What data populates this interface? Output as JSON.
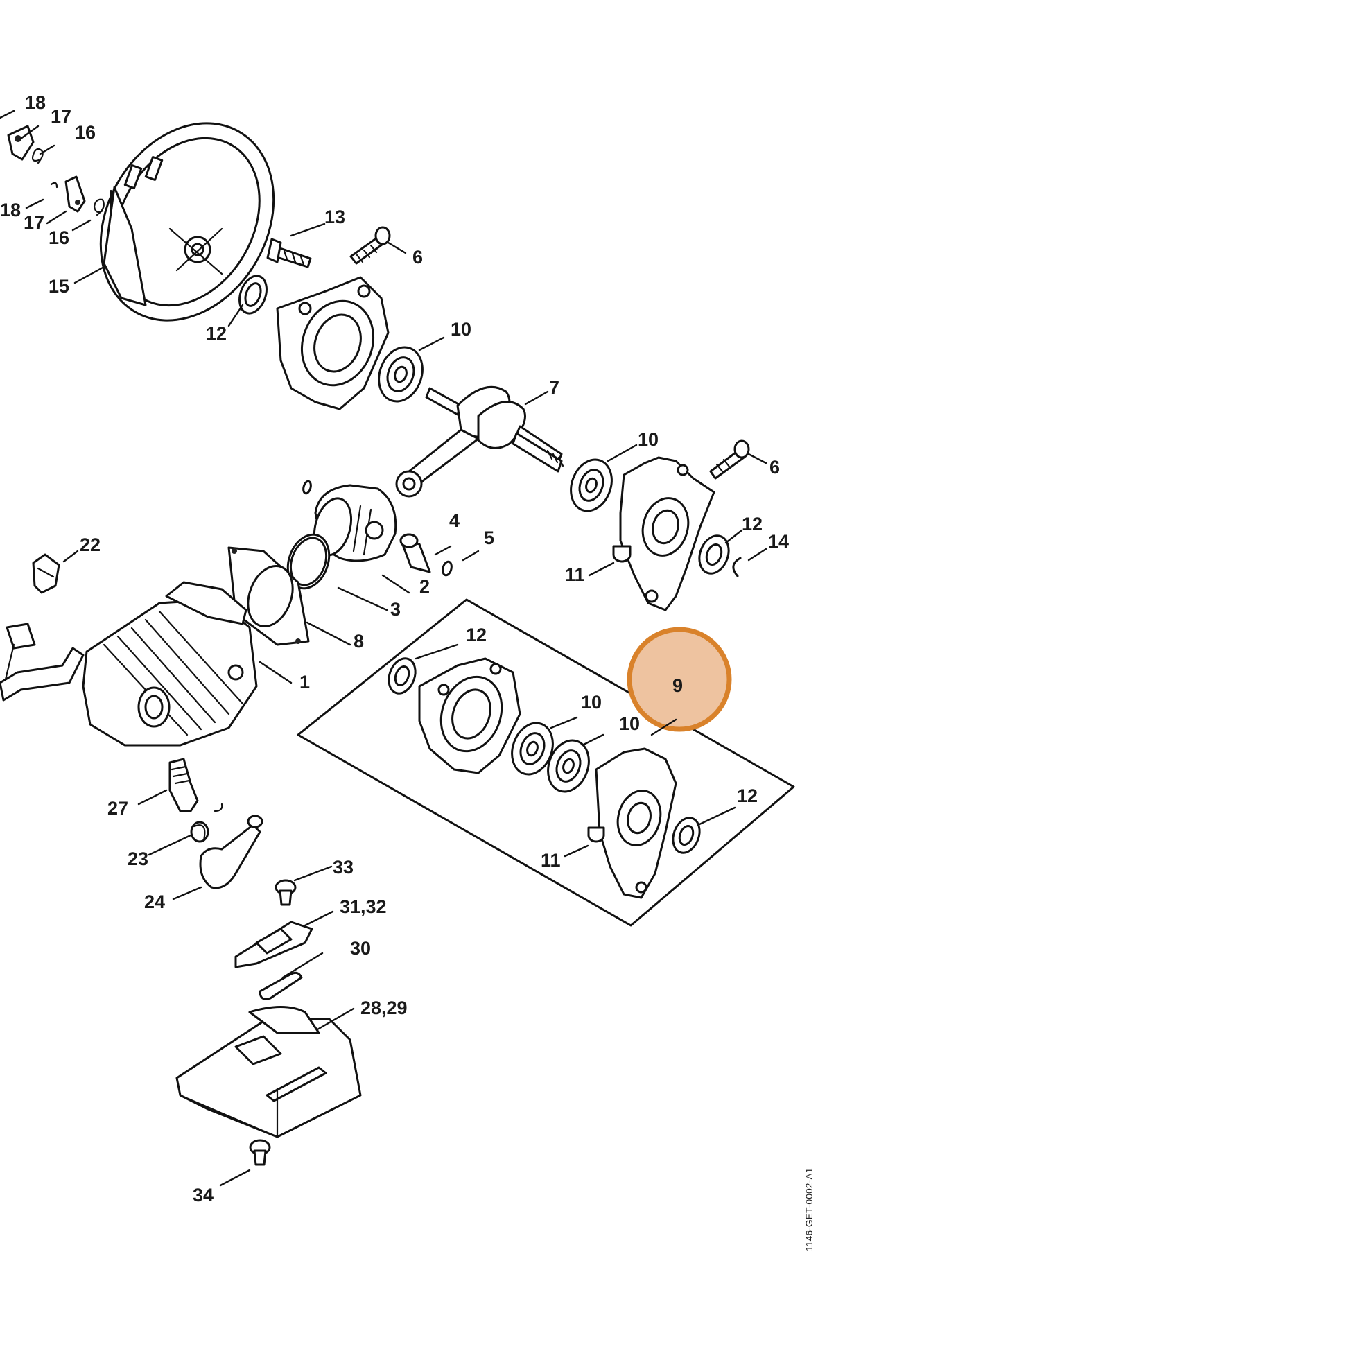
{
  "diagram": {
    "drawing_id": "1146-GET-0002-A1",
    "highlight": {
      "label": "9",
      "color": "#d9822b",
      "fill": "#eec3a0"
    },
    "frame_stroke": "#111111",
    "callouts": {
      "c18a": "18",
      "c17a": "17",
      "c16a": "16",
      "c18b": "18",
      "c17b": "17",
      "c16b": "16",
      "c15": "15",
      "c12a": "12",
      "c13": "13",
      "c6a": "6",
      "c10a": "10",
      "c7": "7",
      "c10b": "10",
      "c6b": "6",
      "c12b": "12",
      "c14": "14",
      "c11a": "11",
      "c22": "22",
      "c4": "4",
      "c5": "5",
      "c2": "2",
      "c3": "3",
      "c8": "8",
      "c1": "1",
      "c12c": "12",
      "c10c": "10",
      "c10d": "10",
      "c12d": "12",
      "c11b": "11",
      "c27": "27",
      "c23": "23",
      "c24": "24",
      "c33": "33",
      "c3132": "31,32",
      "c30": "30",
      "c2829": "28,29",
      "c34": "34"
    }
  }
}
